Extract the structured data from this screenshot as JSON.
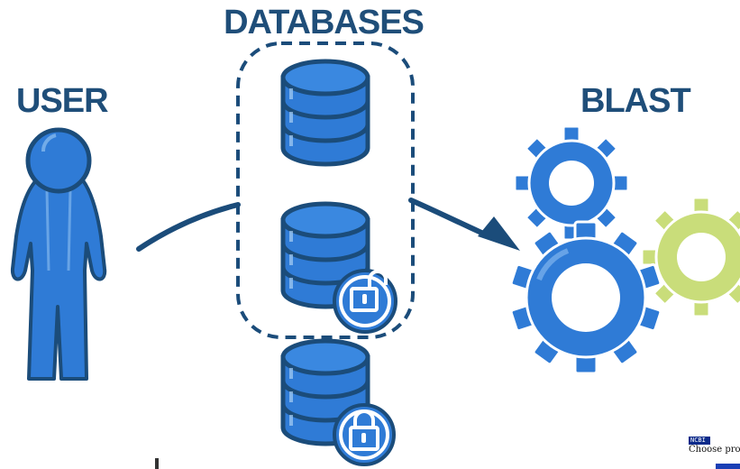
{
  "labels": {
    "databases": "DATABASES",
    "user": "USER",
    "blast": "BLAST"
  },
  "icons": [
    "user-figure-icon",
    "database-icon",
    "unlocked-padlock-icon",
    "locked-padlock-icon",
    "gear-icon"
  ],
  "colors": {
    "text": "#1f4e79",
    "primary_blue": "#2f7bd6",
    "outline_navy": "#1b4c7a",
    "gear_green": "#c9dd7a"
  },
  "thumbnail": {
    "header": "NCBI",
    "text": "Choose pro"
  }
}
